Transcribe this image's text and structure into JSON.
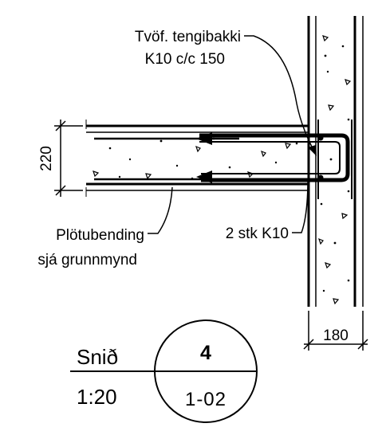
{
  "drawing": {
    "callouts": {
      "stirrup_line1": "Tvöf. tengibakki",
      "stirrup_line2": "K10 c/c 150",
      "bars": "2 stk K10",
      "slab_line1": "Plötubending",
      "slab_line2": "sjá grunnmynd"
    },
    "dimensions": {
      "slab_thickness": "220",
      "wall_thickness": "180"
    },
    "section_marker": {
      "title": "Snið",
      "scale": "1:20",
      "number": "4",
      "sheet": "1-02"
    }
  }
}
